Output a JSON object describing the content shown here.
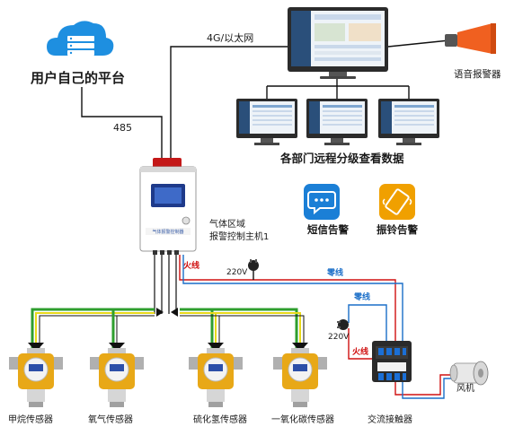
{
  "platform": {
    "label": "用户自己的平台"
  },
  "links": {
    "net": "4G/以太网",
    "rs485": "485"
  },
  "monitors": {
    "caption": "各部门远程分级查看数据"
  },
  "voice_alarm": {
    "label": "语音报警器"
  },
  "host": {
    "label": "气体区域\n报警控制主机1",
    "panel_text": "气体报警控制器"
  },
  "alerts": {
    "sms": "短信告警",
    "vibration": "振铃告警"
  },
  "power": {
    "v220_a": "220V",
    "v220_b": "220V",
    "live_1": "火线",
    "live_2": "火线",
    "neutral_1": "零线",
    "neutral_2": "零线"
  },
  "devices": {
    "fan": "风机",
    "contactor": "交流接触器"
  },
  "sensors": [
    "甲烷传感器",
    "氧气传感器",
    "硫化氢传感器",
    "一氧化碳传感器"
  ],
  "colors": {
    "cloud": "#1e8fe0",
    "live": "#d01010",
    "neutral": "#1a6ec8",
    "bus_green": "#2e9e2e",
    "bus_yellow": "#e8d81a",
    "sms_bg": "#1b7fd6",
    "vib_bg": "#f0a000",
    "sensor_body": "#e8a817",
    "horn": "#f06020"
  }
}
